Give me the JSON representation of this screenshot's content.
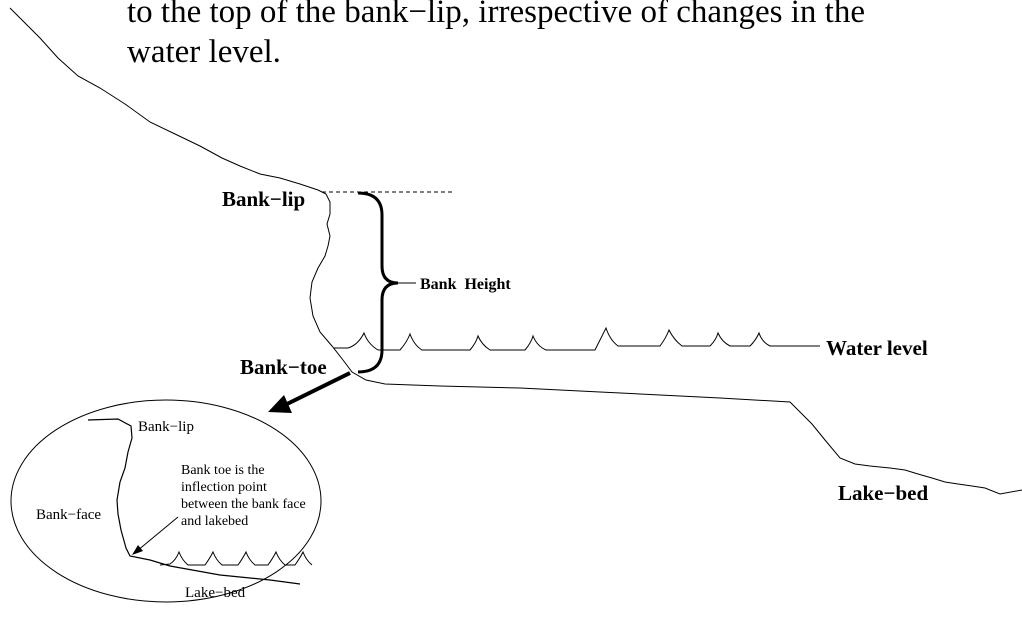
{
  "caption": {
    "line1": "to the top of the bank−lip, irrespective of changes in the",
    "line2": "water level."
  },
  "labels": {
    "bank_lip": "Bank−lip",
    "bank_height": "Bank  Height",
    "water_level": "Water level",
    "bank_toe": "Bank−toe",
    "lake_bed": "Lake−bed"
  },
  "inset": {
    "bank_lip": "Bank−lip",
    "bank_face": "Bank−face",
    "note_lines": [
      "Bank toe is the",
      "inflection point",
      "between the bank face",
      "and lakebed"
    ],
    "lake_bed": "Lake−bed"
  }
}
